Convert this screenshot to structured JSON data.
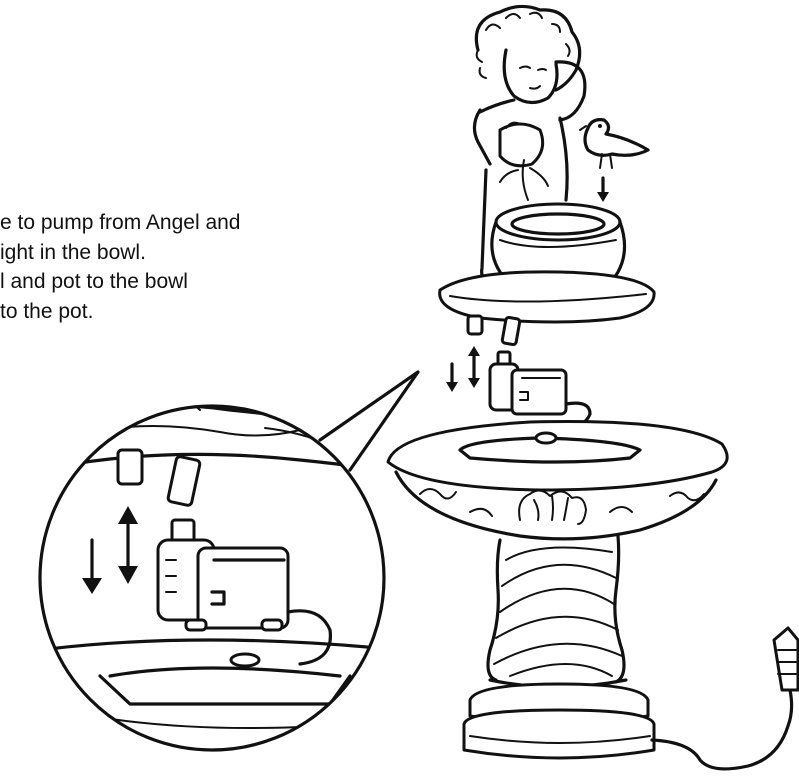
{
  "instructions": {
    "lines": [
      "e to pump from Angel and",
      "ight in the bowl.",
      "l and pot to the bowl",
      " to the pot."
    ]
  },
  "figure": {
    "line_color": "#111111",
    "background": "#ffffff"
  }
}
